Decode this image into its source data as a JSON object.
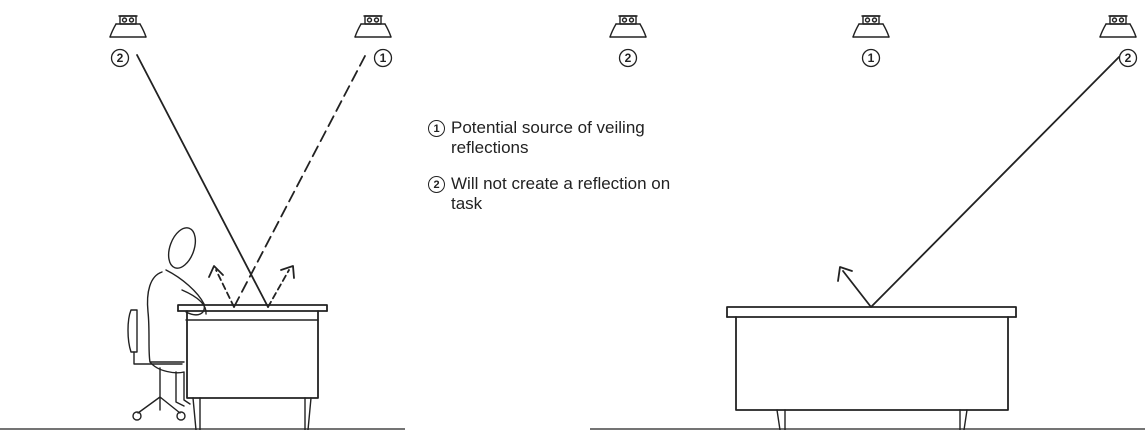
{
  "legend": [
    {
      "marker": "1",
      "text": "Potential source of veiling reflections"
    },
    {
      "marker": "2",
      "text": "Will not create a reflection on task"
    }
  ],
  "left_panel": {
    "fixtures": [
      {
        "label": "2"
      },
      {
        "label": "1"
      }
    ]
  },
  "right_panel": {
    "fixtures": [
      {
        "label": "2"
      },
      {
        "label": "1"
      },
      {
        "label": "2"
      }
    ]
  }
}
